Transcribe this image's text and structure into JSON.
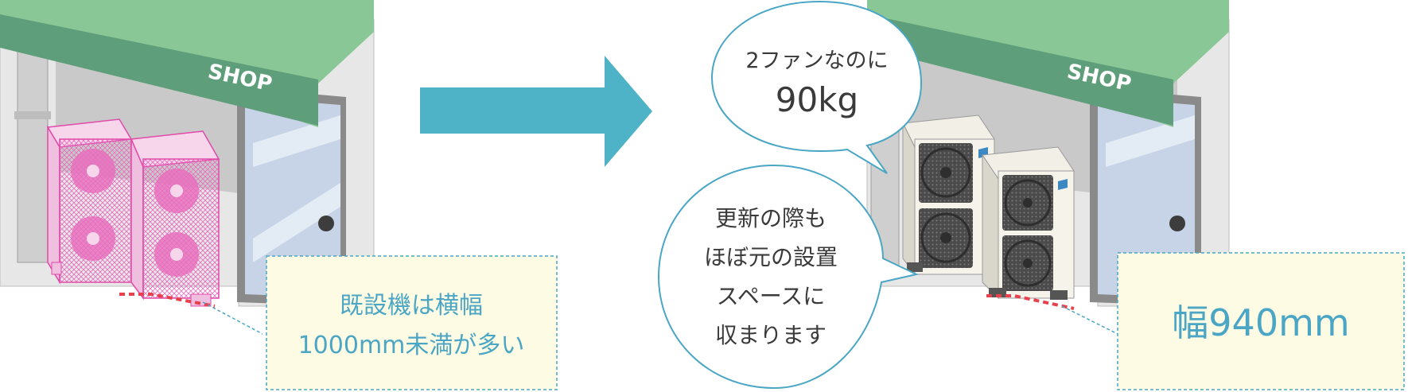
{
  "left_scene": {
    "shop_sign": "SHOP",
    "note_line1": "既設機は横幅",
    "note_line2": "1000mm未満が多い"
  },
  "right_scene": {
    "shop_sign": "SHOP",
    "bubble_top_line1": "2ファンなのに",
    "bubble_top_line2": "90kg",
    "bubble_bottom_line1": "更新の際も",
    "bubble_bottom_line2": "ほぼ元の設置",
    "bubble_bottom_line3": "スペースに",
    "bubble_bottom_line4": "収まります",
    "width_note": "幅940mm"
  },
  "colors": {
    "awning": "#5f9e7a",
    "awning_top": "#8ac796",
    "arrow": "#4fb3c7",
    "text_blue": "#4aa6c4",
    "old_unit": "#e04aa8",
    "note_bg": "#fdfbe4",
    "dash_red": "#e8404c"
  }
}
